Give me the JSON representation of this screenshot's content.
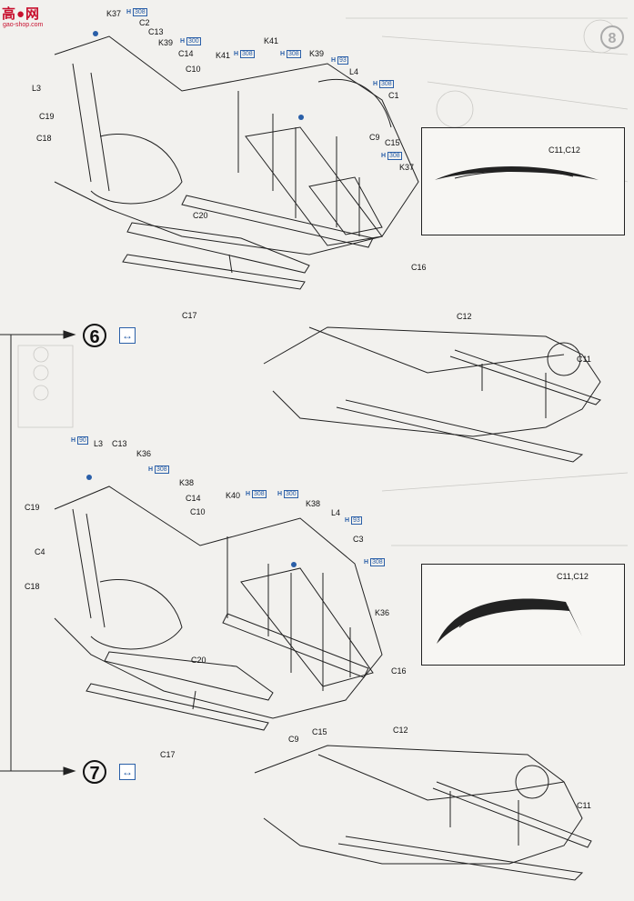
{
  "watermark": {
    "brand": "高●网",
    "site": "gao-shop.com"
  },
  "steps": {
    "six": "6",
    "seven": "7",
    "swap_icon": "↔"
  },
  "corner_number": "8",
  "detail_label": "C11,C12",
  "h_prefix": "H",
  "labels_top": [
    "K37",
    "C2",
    "C13",
    "K39",
    "C14",
    "C10",
    "K41",
    "K41",
    "K39",
    "L4",
    "C1",
    "C9",
    "C15",
    "K37",
    "L3",
    "C19",
    "C18",
    "C20",
    "C17",
    "C16"
  ],
  "hnums_top": [
    "308",
    "300",
    "308",
    "308",
    "93",
    "308",
    "308"
  ],
  "labels_mid": [
    "C12",
    "C11"
  ],
  "labels_bottom": [
    "L3",
    "C13",
    "K36",
    "K38",
    "C14",
    "C10",
    "C19",
    "C4",
    "C18",
    "K40",
    "K38",
    "L4",
    "C3",
    "K36",
    "C20",
    "C16",
    "C17",
    "C9",
    "C15"
  ],
  "hnums_bottom": [
    "90",
    "308",
    "308",
    "300",
    "93",
    "308"
  ],
  "labels_lower": [
    "C12",
    "C11"
  ],
  "colors": {
    "line": "#222222",
    "accent": "#2a5fa8",
    "logo": "#c8102e",
    "paper": "#f2f1ee"
  }
}
